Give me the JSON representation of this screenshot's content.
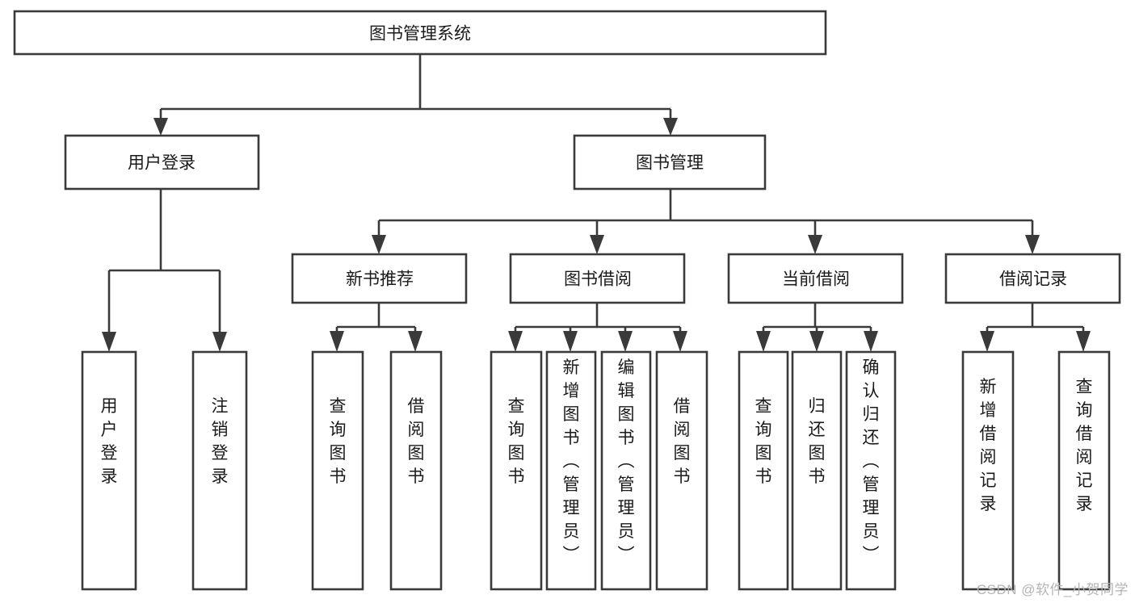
{
  "diagram": {
    "title": "图书管理系统",
    "type": "hierarchy-tree",
    "levels": 4,
    "colors": {
      "box_stroke": "#3a3a3a",
      "box_fill": "#ffffff",
      "text": "#1a1a1a",
      "background": "#ffffff",
      "watermark": "#b4b4b4"
    },
    "root": {
      "label": "图书管理系统",
      "orientation": "horizontal"
    },
    "level2": [
      {
        "id": "user-login",
        "label": "用户登录",
        "orientation": "horizontal"
      },
      {
        "id": "book-management",
        "label": "图书管理",
        "orientation": "horizontal"
      }
    ],
    "level3": [
      {
        "id": "new-book-recommend",
        "label": "新书推荐",
        "orientation": "horizontal",
        "parent": "book-management"
      },
      {
        "id": "book-borrow",
        "label": "图书借阅",
        "orientation": "horizontal",
        "parent": "book-management"
      },
      {
        "id": "current-borrow",
        "label": "当前借阅",
        "orientation": "horizontal",
        "parent": "book-management"
      },
      {
        "id": "borrow-record",
        "label": "借阅记录",
        "orientation": "horizontal",
        "parent": "book-management"
      }
    ],
    "leaves": [
      {
        "id": "leaf-user-login",
        "label": "用户登录",
        "orientation": "vertical",
        "parent": "user-login"
      },
      {
        "id": "leaf-user-logout",
        "label": "注销登录",
        "orientation": "vertical",
        "parent": "user-login"
      },
      {
        "id": "leaf-query-book-1",
        "label": "查询图书",
        "orientation": "vertical",
        "parent": "new-book-recommend"
      },
      {
        "id": "leaf-borrow-book-1",
        "label": "借阅图书",
        "orientation": "vertical",
        "parent": "new-book-recommend"
      },
      {
        "id": "leaf-query-book-2",
        "label": "查询图书",
        "orientation": "vertical",
        "parent": "book-borrow"
      },
      {
        "id": "leaf-add-book",
        "label": "新增图书（管理员）",
        "orientation": "vertical",
        "parent": "book-borrow"
      },
      {
        "id": "leaf-edit-book",
        "label": "编辑图书（管理员）",
        "orientation": "vertical",
        "parent": "book-borrow"
      },
      {
        "id": "leaf-borrow-book-2",
        "label": "借阅图书",
        "orientation": "vertical",
        "parent": "book-borrow"
      },
      {
        "id": "leaf-query-book-3",
        "label": "查询图书",
        "orientation": "vertical",
        "parent": "current-borrow"
      },
      {
        "id": "leaf-return-book",
        "label": "归还图书",
        "orientation": "vertical",
        "parent": "current-borrow"
      },
      {
        "id": "leaf-confirm-return",
        "label": "确认归还（管理员）",
        "orientation": "vertical",
        "parent": "current-borrow"
      },
      {
        "id": "leaf-add-record",
        "label": "新增借阅记录",
        "orientation": "vertical",
        "parent": "borrow-record"
      },
      {
        "id": "leaf-query-record",
        "label": "查询借阅记录",
        "orientation": "vertical",
        "parent": "borrow-record"
      }
    ]
  },
  "watermark": {
    "text": "CSDN @软件_小贺同学"
  }
}
